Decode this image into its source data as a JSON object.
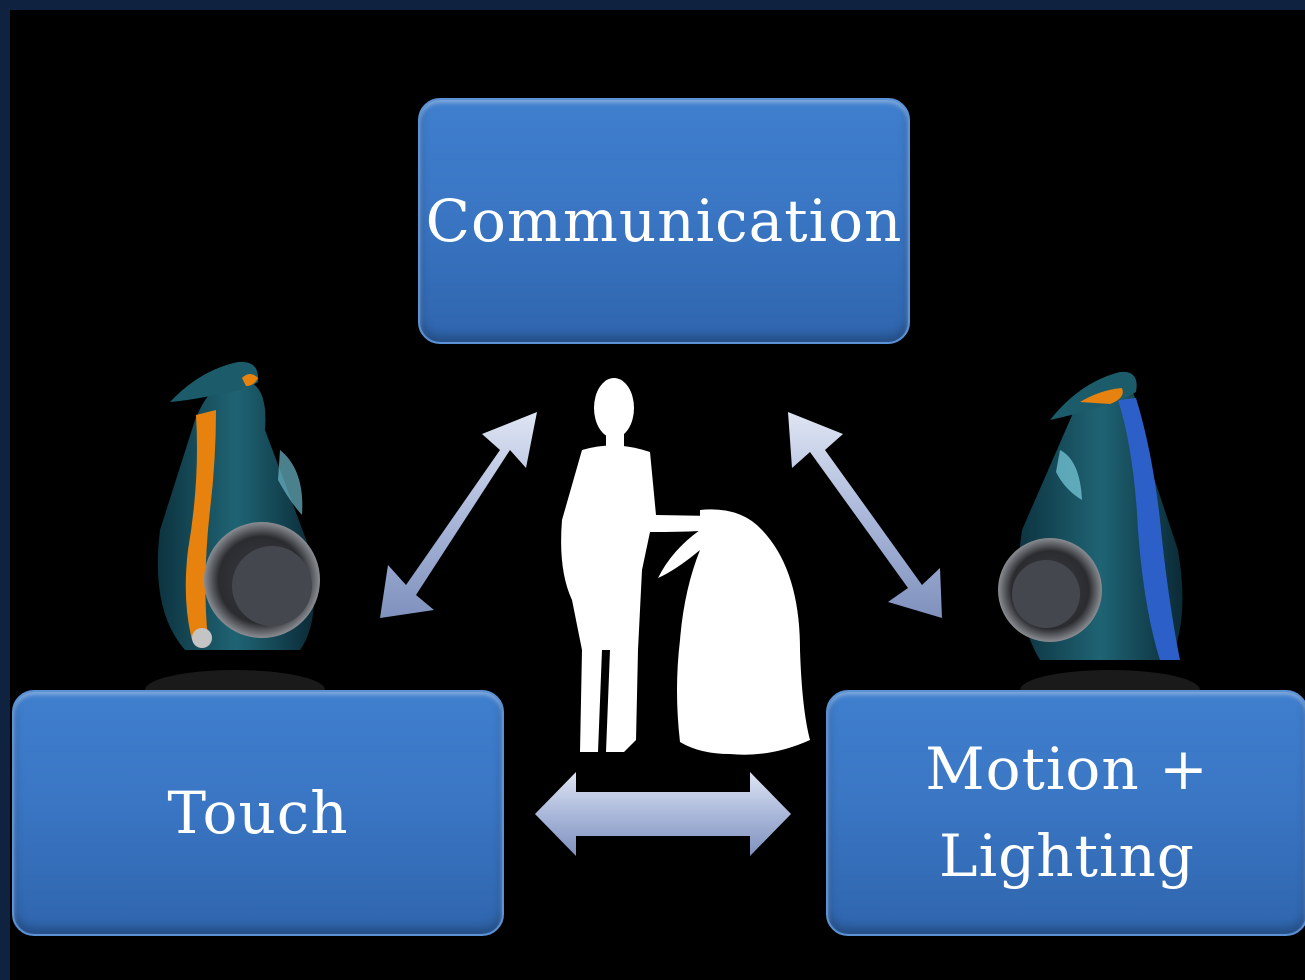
{
  "diagram": {
    "nodes": {
      "communication": "Communication",
      "touch": "Touch",
      "motion_lighting": [
        "Motion +",
        "Lighting"
      ]
    },
    "edges": [
      {
        "from": "communication",
        "to": "touch",
        "type": "bidirectional"
      },
      {
        "from": "communication",
        "to": "motion_lighting",
        "type": "bidirectional"
      },
      {
        "from": "touch",
        "to": "motion_lighting",
        "type": "bidirectional"
      }
    ]
  },
  "colors": {
    "background": "#000000",
    "frame": "#0f2240",
    "box": "#3a76c4",
    "arrow": "#a9b8da",
    "robot_body": "#1f5d6e",
    "robot_stripe_left": "#e8820e",
    "robot_stripe_right": "#2d5fc8"
  },
  "images": {
    "left": "penguin-robot-image",
    "center": "person-with-robot-silhouette",
    "right": "penguin-robot-image"
  }
}
